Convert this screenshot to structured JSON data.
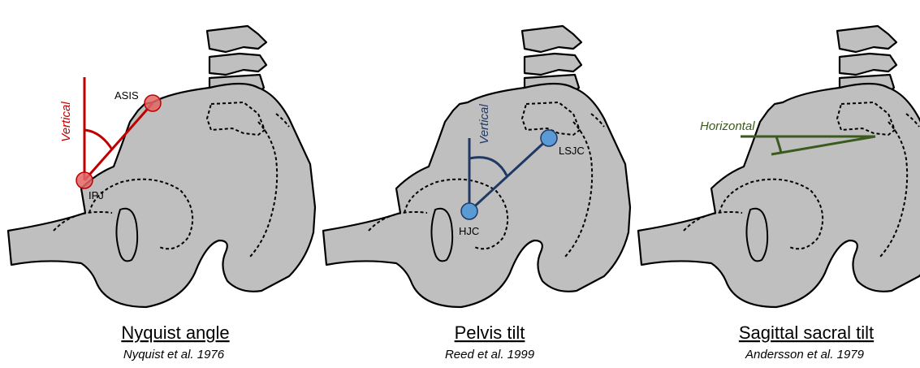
{
  "colors": {
    "bone_fill": "#bfbfbf",
    "red": "#c00000",
    "red_marker": "#e06666",
    "navy": "#1f3864",
    "blue_marker": "#5b9bd5",
    "green": "#3a5a1e"
  },
  "panels": [
    {
      "id": "nyquist",
      "title": "Nyquist angle",
      "citation": "Nyquist et al. 1976",
      "reference_label": "Vertical",
      "points": [
        "ASIS",
        "IPJ"
      ]
    },
    {
      "id": "pelvis",
      "title": "Pelvis tilt",
      "citation": "Reed et al. 1999",
      "reference_label": "Vertical",
      "points": [
        "LSJC",
        "HJC"
      ]
    },
    {
      "id": "sacral",
      "title": "Sagittal sacral tilt",
      "citation": "Andersson et al. 1979",
      "reference_label": "Horizontal",
      "points": []
    }
  ]
}
